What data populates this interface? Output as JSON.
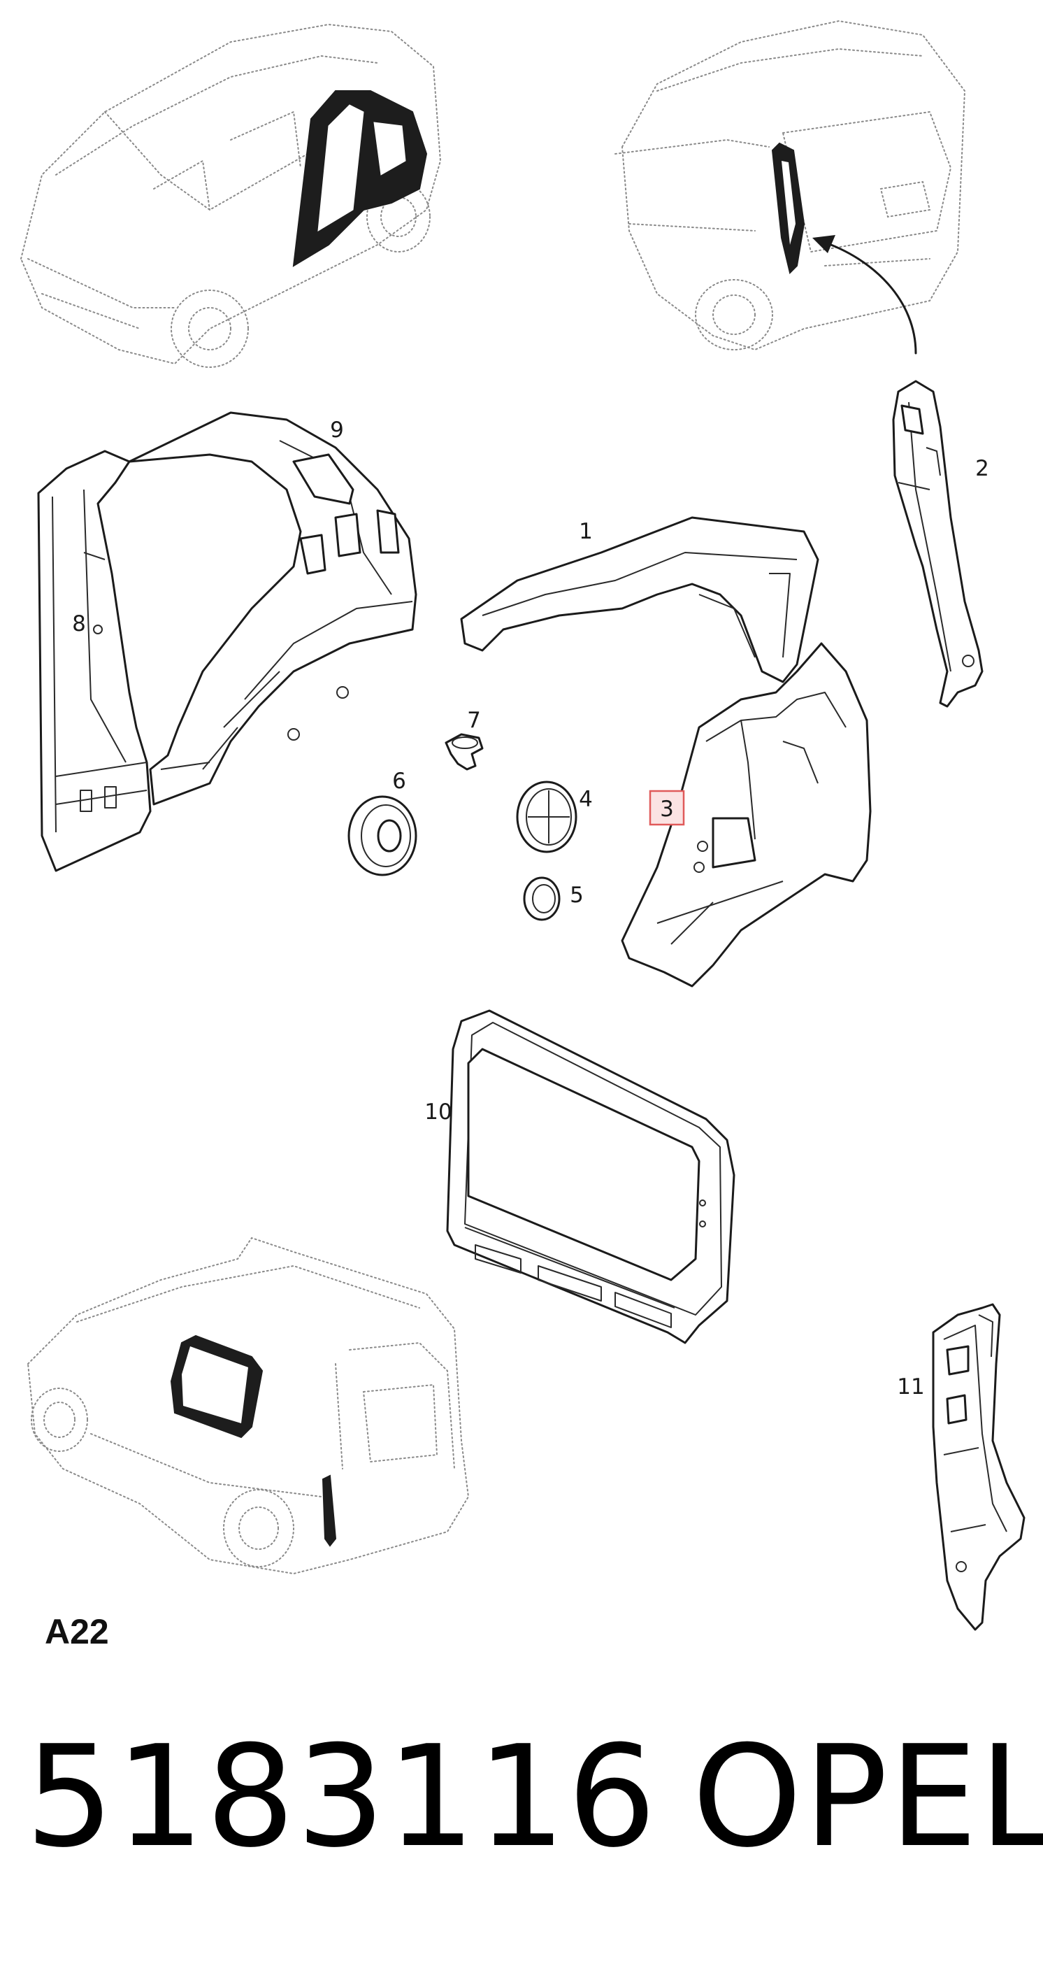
{
  "section_code": "A22",
  "part_number": "5183116",
  "brand": "OPEL",
  "highlighted_callout": "3",
  "highlight_color": "#e05a5a",
  "callouts": [
    {
      "id": "1",
      "label": "1"
    },
    {
      "id": "2",
      "label": "2"
    },
    {
      "id": "3",
      "label": "3"
    },
    {
      "id": "4",
      "label": "4"
    },
    {
      "id": "5",
      "label": "5"
    },
    {
      "id": "6",
      "label": "6"
    },
    {
      "id": "7",
      "label": "7"
    },
    {
      "id": "8",
      "label": "8"
    },
    {
      "id": "9",
      "label": "9"
    },
    {
      "id": "10",
      "label": "10"
    },
    {
      "id": "11",
      "label": "11"
    }
  ]
}
